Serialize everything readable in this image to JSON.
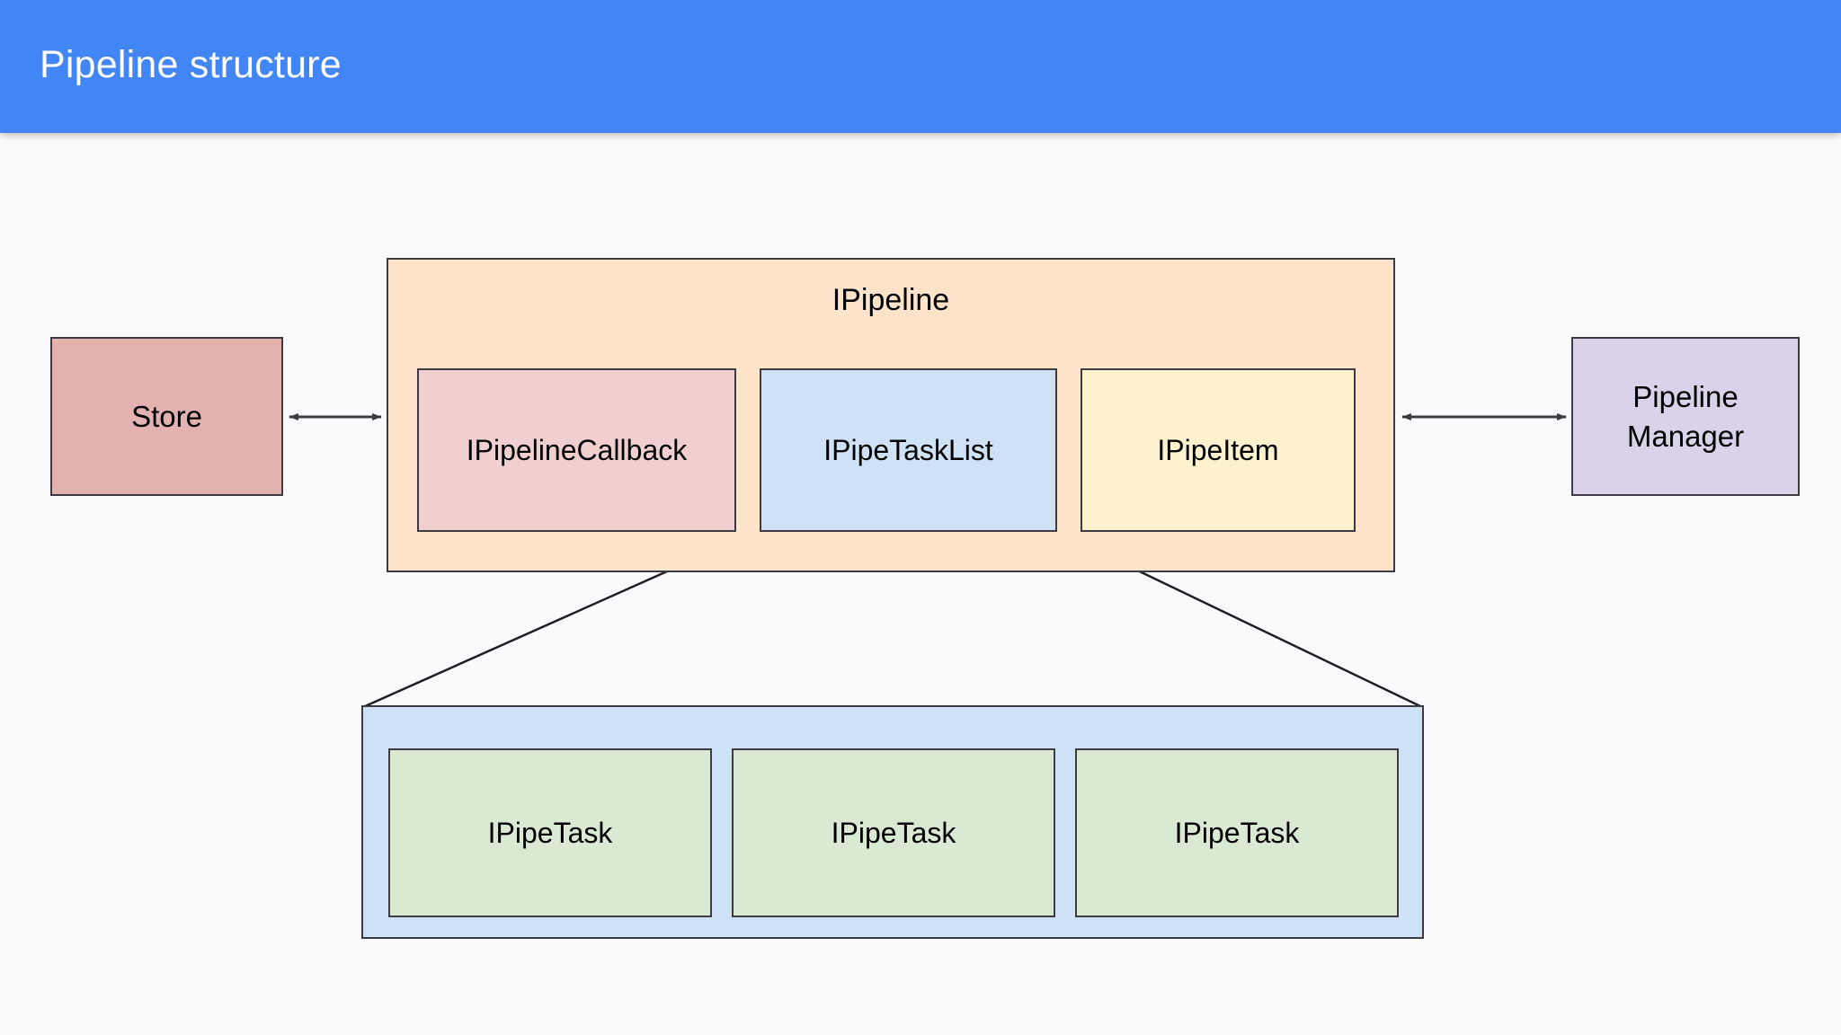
{
  "header": {
    "title": "Pipeline structure",
    "background_color": "#4285f4",
    "text_color": "#ffffff"
  },
  "canvas": {
    "background_color": "#faf9fc"
  },
  "diagram": {
    "type": "block-diagram",
    "nodes": {
      "store": {
        "label": "Store",
        "fill": "#e3b2b0",
        "stroke": "#3b3b41"
      },
      "pipeline_manager": {
        "label": "Pipeline\nManager",
        "fill": "#d9d2e9",
        "stroke": "#3b3b41"
      },
      "ipipeline": {
        "label": "IPipeline",
        "fill": "#fce3ca",
        "stroke": "#3b3b41",
        "children": [
          {
            "label": "IPipelineCallback",
            "fill": "#f2cfcf",
            "stroke": "#3b3b41"
          },
          {
            "label": "IPipeTaskList",
            "fill": "#cfe1f5",
            "stroke": "#3b3b41"
          },
          {
            "label": "IPipeItem",
            "fill": "#fdf2cd",
            "stroke": "#3b3b41"
          }
        ]
      },
      "tasklist_group": {
        "label": "",
        "fill": "#cfe1f5",
        "stroke": "#3b3b41",
        "tasks": [
          {
            "label": "IPipeTask",
            "fill": "#d9e9d3",
            "stroke": "#3b3b41"
          },
          {
            "label": "IPipeTask",
            "fill": "#d9e9d3",
            "stroke": "#3b3b41"
          },
          {
            "label": "IPipeTask",
            "fill": "#d9e9d3",
            "stroke": "#3b3b41"
          }
        ]
      }
    },
    "connectors": [
      {
        "from": "store",
        "to": "ipipeline",
        "style": "double-arrow"
      },
      {
        "from": "ipipeline",
        "to": "pipeline_manager",
        "style": "double-arrow"
      },
      {
        "from": "ipipetasklist",
        "to": "tasklist_group",
        "style": "expansion-line"
      },
      {
        "from": "ipipetasklist",
        "to": "tasklist_group",
        "style": "expansion-line"
      }
    ]
  }
}
